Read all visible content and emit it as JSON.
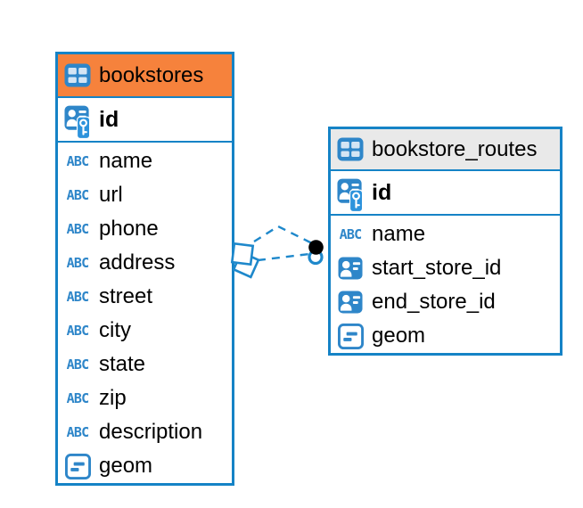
{
  "tables": {
    "bookstores": {
      "title": "bookstores",
      "title_icon": "table-icon",
      "header_color": "#F6823C",
      "pk": {
        "label": "id",
        "icon": "primary-key-icon"
      },
      "fields": [
        {
          "label": "name",
          "icon": "abc-icon"
        },
        {
          "label": "url",
          "icon": "abc-icon"
        },
        {
          "label": "phone",
          "icon": "abc-icon"
        },
        {
          "label": "address",
          "icon": "abc-icon"
        },
        {
          "label": "street",
          "icon": "abc-icon"
        },
        {
          "label": "city",
          "icon": "abc-icon"
        },
        {
          "label": "state",
          "icon": "abc-icon"
        },
        {
          "label": "zip",
          "icon": "abc-icon"
        },
        {
          "label": "description",
          "icon": "abc-icon"
        },
        {
          "label": "geom",
          "icon": "geometry-icon"
        }
      ]
    },
    "bookstore_routes": {
      "title": "bookstore_routes",
      "title_icon": "table-icon",
      "header_color": "#E9E9E9",
      "pk": {
        "label": "id",
        "icon": "primary-key-icon"
      },
      "fields": [
        {
          "label": "name",
          "icon": "abc-icon"
        },
        {
          "label": "start_store_id",
          "icon": "reference-icon"
        },
        {
          "label": "end_store_id",
          "icon": "reference-icon"
        },
        {
          "label": "geom",
          "icon": "geometry-icon"
        }
      ]
    }
  },
  "relationship": {
    "from_table": "bookstores",
    "to_table": "bookstore_routes",
    "line_style": "dashed",
    "from_marker": "stacked-diamonds",
    "to_marker": "black-dot-over-blue-ring"
  },
  "icons": {
    "abc_glyph": "ABC"
  },
  "colors": {
    "accent_blue": "#1583C6",
    "icon_blue": "#2E86C9",
    "relationship_blue": "#1E88CB",
    "header_orange": "#F6823C",
    "header_gray": "#E9E9E9",
    "text": "#000000",
    "background": "#FFFFFF"
  }
}
